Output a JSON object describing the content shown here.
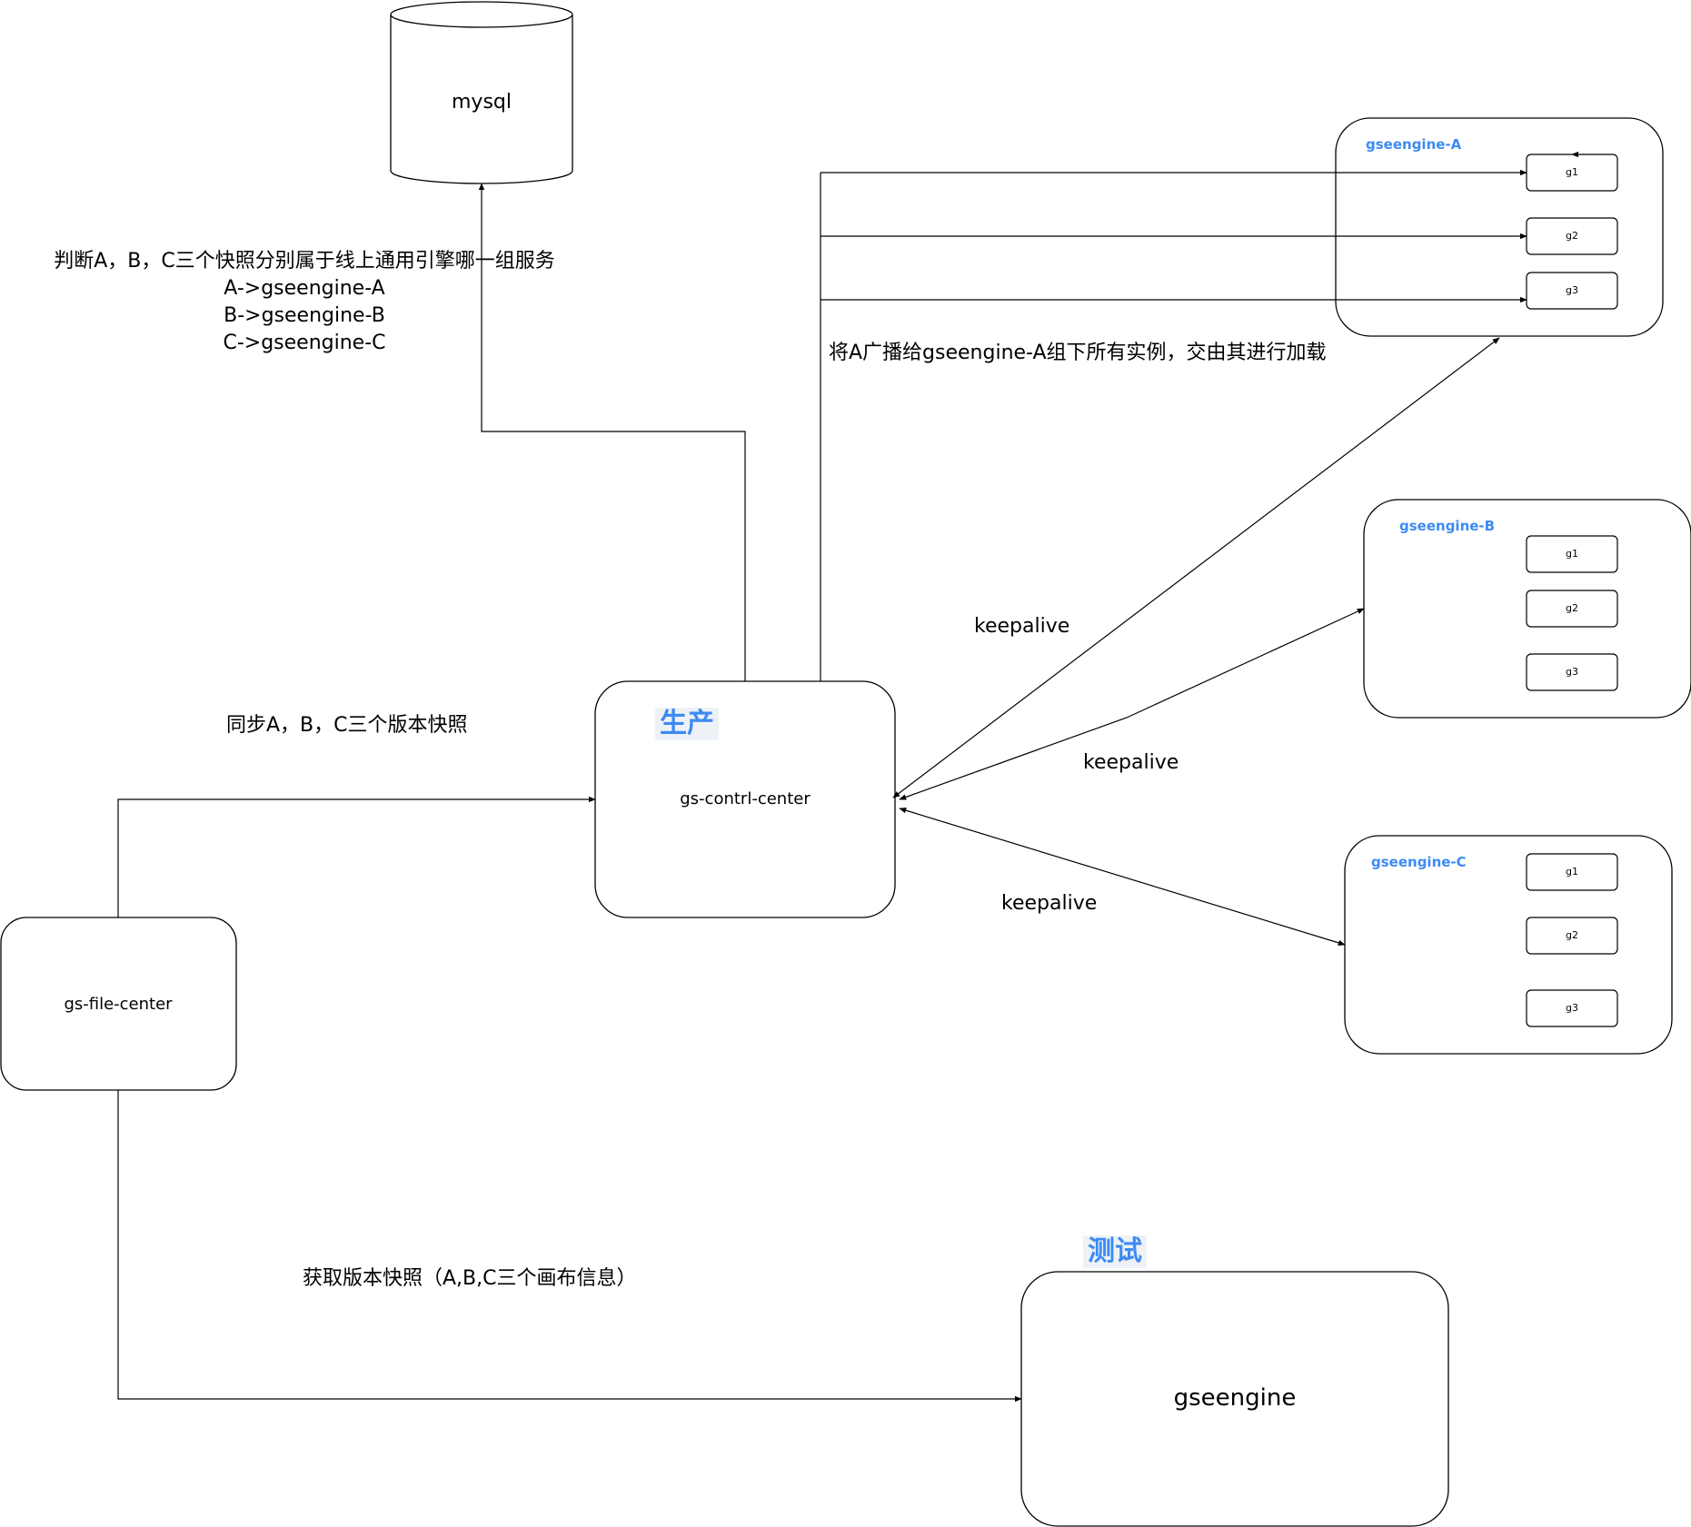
{
  "database": {
    "label": "mysql"
  },
  "nodes": {
    "control_center": {
      "label": "gs-contrl-center",
      "env_tag": "生产"
    },
    "file_center": {
      "label": "gs-file-center"
    },
    "test_engine": {
      "label": "gseengine",
      "env_tag": "测试"
    }
  },
  "groups": [
    {
      "title": "gseengine-A",
      "instances": [
        "g1",
        "g2",
        "g3"
      ]
    },
    {
      "title": "gseengine-B",
      "instances": [
        "g1",
        "g2",
        "g3"
      ]
    },
    {
      "title": "gseengine-C",
      "instances": [
        "g1",
        "g2",
        "g3"
      ]
    }
  ],
  "annotations": {
    "judge": [
      "判断A，B，C三个快照分别属于线上通用引擎哪一组服务",
      "A->gseengine-A",
      "B->gseengine-B",
      "C->gseengine-C"
    ],
    "broadcast": "将A广播给gseengine-A组下所有实例，交由其进行加载",
    "sync": "同步A，B，C三个版本快照",
    "fetch": "获取版本快照（A,B,C三个画布信息）",
    "keepalive_a": "keepalive",
    "keepalive_b": "keepalive",
    "keepalive_c": "keepalive"
  }
}
